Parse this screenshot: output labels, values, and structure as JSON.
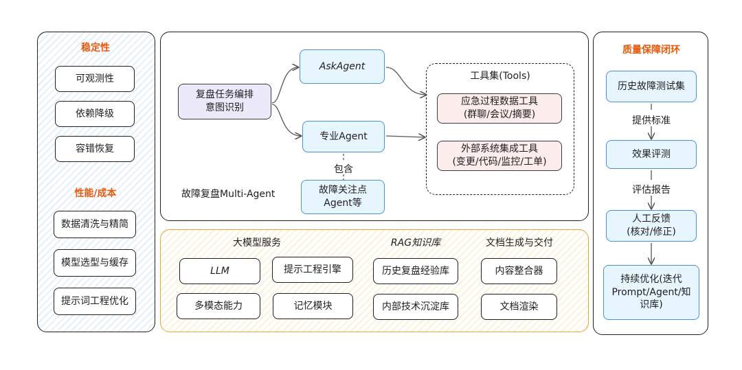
{
  "stability": {
    "title": "稳定性",
    "items": [
      "可观测性",
      "依赖降级",
      "容错恢复"
    ]
  },
  "performance": {
    "title": "性能/成本",
    "items": [
      "数据清洗与精简",
      "模型选型与缓存",
      "提示词工程优化"
    ]
  },
  "agent": {
    "orchestrator": "复盘任务编排\n意图识别",
    "ask_agent": "AskAgent",
    "pro_agent": "专业Agent",
    "contains": "包含",
    "focus_agent": "故障关注点\nAgent等",
    "caption": "故障复盘Multi-Agent",
    "tools": {
      "title": "工具集(Tools)",
      "emergency": "应急过程数据工具\n(群聊/会议/摘要)",
      "external": "外部系统集成工具\n(变更/代码/监控/工单)"
    }
  },
  "services": {
    "llm_title": "大模型服务",
    "llm": "LLM",
    "prompt_engine": "提示工程引擎",
    "multimodal": "多模态能力",
    "memory": "记忆模块",
    "rag_title": "RAG知识库",
    "history_kb": "历史复盘经验库",
    "internal_kb": "内部技术沉淀库",
    "doc_title": "文档生成与交付",
    "integrator": "内容整合器",
    "renderer": "文档渲染"
  },
  "quality": {
    "title": "质量保障闭环",
    "test_set": "历史故障测试集",
    "provide_std": "提供标准",
    "evaluate": "效果评测",
    "report": "评估报告",
    "feedback": "人工反馈\n(核对/修正)",
    "optimize": "持续优化(迭代\nPrompt/Agent/知\n识库)"
  },
  "colors": {
    "accent_orange": "#e8590c",
    "box_purple": "#ece9fb",
    "box_blue": "#e7f5ff",
    "box_pink": "#fdecec",
    "border_blue": "#4a90d9",
    "border_orange": "#e8a33d"
  }
}
